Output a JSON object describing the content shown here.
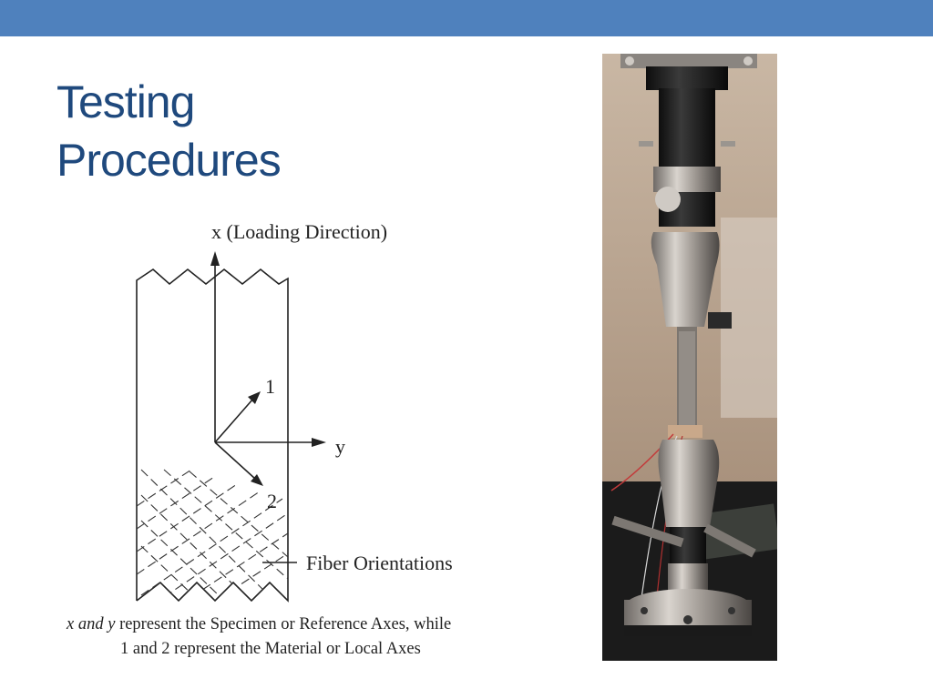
{
  "slide": {
    "title_line1": "Testing",
    "title_line2": "Procedures",
    "accent_color": "#4f81bd",
    "title_color": "#1f497d"
  },
  "diagram": {
    "axis_x_label": "x (Loading Direction)",
    "axis_1_label": "1",
    "axis_y_label": "y",
    "axis_2_label": "2",
    "fiber_label": "Fiber Orientations",
    "caption_vars": "x and y",
    "caption_line1_rest": " represent the Specimen or Reference Axes, while",
    "caption_line2": "1 and 2 represent the Material or Local Axes"
  },
  "photo": {
    "subject": "tensile testing machine with grips holding a composite specimen with strain gauge wires"
  }
}
